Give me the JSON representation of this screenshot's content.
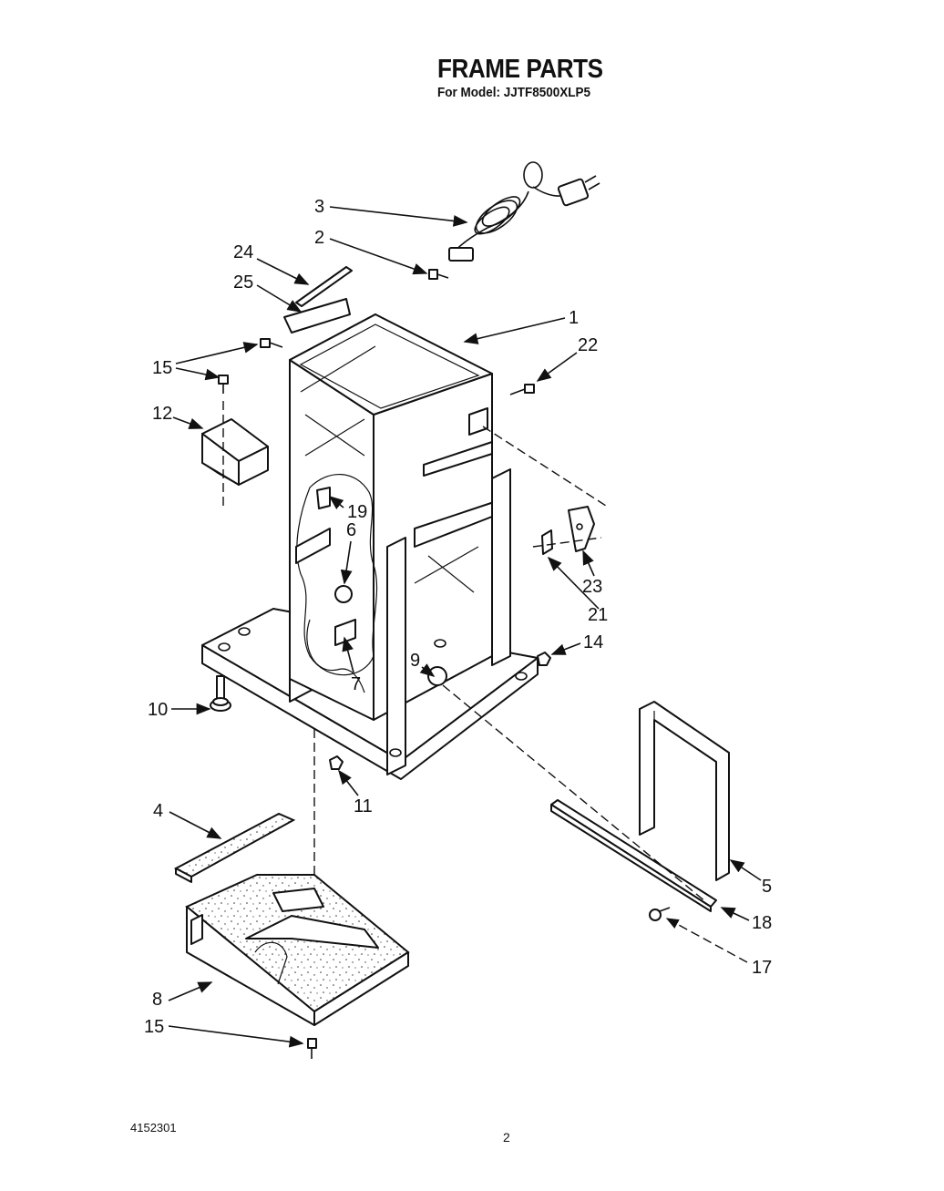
{
  "header": {
    "title": "FRAME PARTS",
    "subtitle": "For Model: JJTF8500XLP5"
  },
  "footer": {
    "doc_number": "4152301",
    "page_number": "2"
  },
  "callouts": {
    "c1": "1",
    "c2": "2",
    "c3": "3",
    "c4": "4",
    "c5": "5",
    "c6": "6",
    "c7": "7",
    "c8": "8",
    "c9": "9",
    "c10": "10",
    "c11": "11",
    "c12": "12",
    "c14": "14",
    "c15a": "15",
    "c15b": "15",
    "c17": "17",
    "c18": "18",
    "c19": "19",
    "c21": "21",
    "c22": "22",
    "c23": "23",
    "c24": "24",
    "c25": "25"
  }
}
